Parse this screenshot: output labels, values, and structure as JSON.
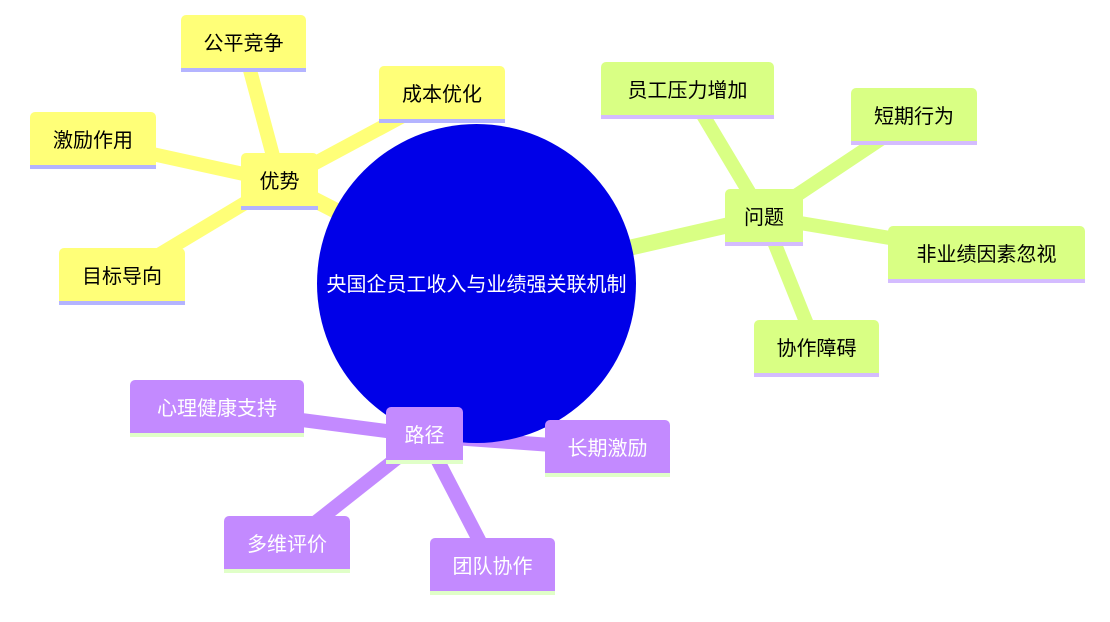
{
  "root": {
    "label": "央国企员工收入与业绩强关联机制"
  },
  "branches": [
    {
      "label": "优势",
      "color": "#ffff78",
      "children": [
        "公平竞争",
        "成本优化",
        "激励作用",
        "目标导向"
      ]
    },
    {
      "label": "问题",
      "color": "#d9ff84",
      "children": [
        "员工压力增加",
        "短期行为",
        "非业绩因素忽视",
        "协作障碍"
      ]
    },
    {
      "label": "路径",
      "color": "#c38aff",
      "children": [
        "心理健康支持",
        "长期激励",
        "多维评价",
        "团队协作"
      ]
    }
  ],
  "colors": {
    "root": "#0000e8",
    "yellow": "#ffff78",
    "green": "#d9ff84",
    "purple": "#c38aff"
  }
}
